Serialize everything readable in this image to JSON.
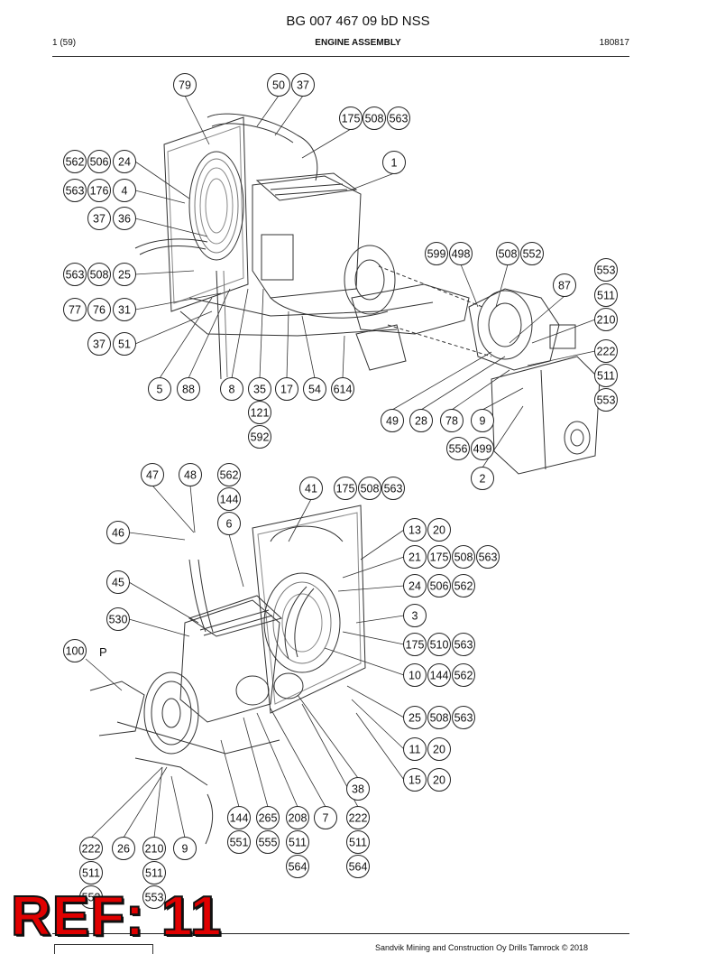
{
  "header": {
    "document_title": "BG 007 467 09 bD NSS",
    "page": "1 (59)",
    "section": "ENGINE ASSEMBLY",
    "date_code": "180817"
  },
  "footer": {
    "copyright": "Sandvik Mining and Construction Oy Drills Tamrock © 2018"
  },
  "stamp": "REF: 11",
  "callouts_upper": [
    "79",
    "50",
    "37",
    "175",
    "508",
    "563",
    "1",
    "562",
    "506",
    "24",
    "563",
    "176",
    "4",
    "37",
    "36",
    "599",
    "498",
    "508",
    "552",
    "553",
    "87",
    "511",
    "210",
    "563",
    "508",
    "25",
    "77",
    "76",
    "31",
    "222",
    "37",
    "51",
    "511",
    "553",
    "5",
    "88",
    "8",
    "35",
    "17",
    "54",
    "614",
    "121",
    "592",
    "49",
    "28",
    "78",
    "9",
    "556",
    "499",
    "2"
  ],
  "callouts_lower": [
    "47",
    "48",
    "562",
    "144",
    "6",
    "41",
    "175",
    "508",
    "563",
    "46",
    "13",
    "20",
    "21",
    "175",
    "508",
    "563",
    "45",
    "24",
    "506",
    "562",
    "3",
    "530",
    "175",
    "510",
    "563",
    "100",
    "10",
    "144",
    "562",
    "25",
    "508",
    "563",
    "11",
    "20",
    "15",
    "20",
    "38",
    "144",
    "265",
    "208",
    "7",
    "222",
    "551",
    "555",
    "511",
    "511",
    "222",
    "26",
    "210",
    "9",
    "564",
    "564",
    "511",
    "511",
    "553",
    "553"
  ],
  "pointer_label": "P"
}
